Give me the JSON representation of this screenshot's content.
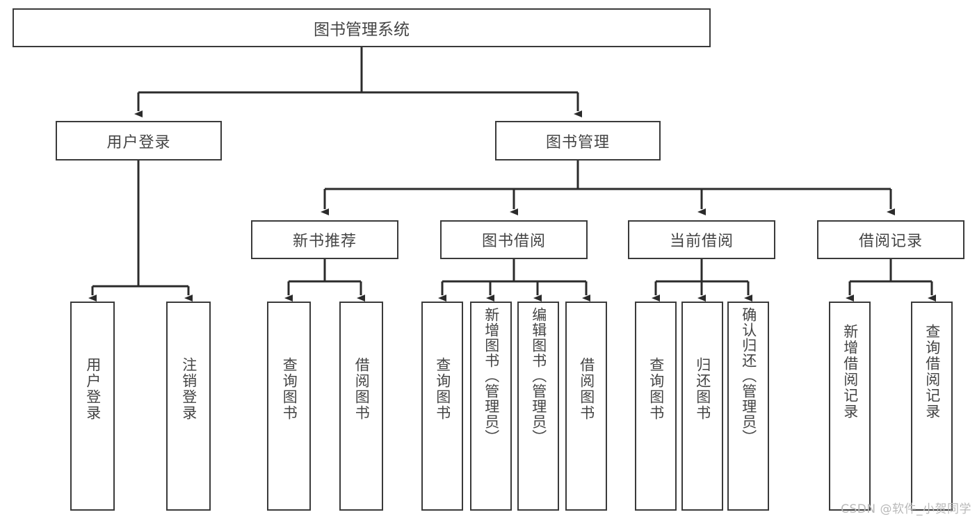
{
  "diagram": {
    "type": "tree-hierarchy",
    "title": "图书管理系统",
    "watermark": "CSDN @软件_小贺同学",
    "colors": {
      "box_border": "#3a3a3a",
      "box_fill": "#ffffff",
      "text": "#444444",
      "connector": "#2b2b2b",
      "watermark": "#b9b9b9"
    },
    "levels": {
      "root_label": "图书管理系统",
      "level2": [
        {
          "label": "用户登录"
        },
        {
          "label": "图书管理"
        }
      ],
      "level3": [
        {
          "label": "新书推荐"
        },
        {
          "label": "图书借阅"
        },
        {
          "label": "当前借阅"
        },
        {
          "label": "借阅记录"
        }
      ]
    },
    "nodes": {
      "root": {
        "label": "图书管理系统"
      },
      "user_login": {
        "label": "用户登录"
      },
      "book_manage": {
        "label": "图书管理"
      },
      "new_book_rec": {
        "label": "新书推荐"
      },
      "book_borrow": {
        "label": "图书借阅"
      },
      "current_borrow": {
        "label": "当前借阅"
      },
      "borrow_record": {
        "label": "借阅记录"
      },
      "leaf_user_login": {
        "label": "用户登录"
      },
      "leaf_logout": {
        "label": "注销登录"
      },
      "leaf_query_book_a": {
        "label": "查询图书"
      },
      "leaf_borrow_book_a": {
        "label": "借阅图书"
      },
      "leaf_query_book_b": {
        "label": "查询图书"
      },
      "leaf_add_book": {
        "label": "新增图书（管理员）"
      },
      "leaf_edit_book": {
        "label": "编辑图书（管理员）"
      },
      "leaf_borrow_book_b": {
        "label": "借阅图书"
      },
      "leaf_query_book_c": {
        "label": "查询图书"
      },
      "leaf_return_book": {
        "label": "归还图书"
      },
      "leaf_confirm_return": {
        "label": "确认归还（管理员）"
      },
      "leaf_add_record": {
        "label": "新增借阅记录"
      },
      "leaf_query_record": {
        "label": "查询借阅记录"
      }
    }
  }
}
